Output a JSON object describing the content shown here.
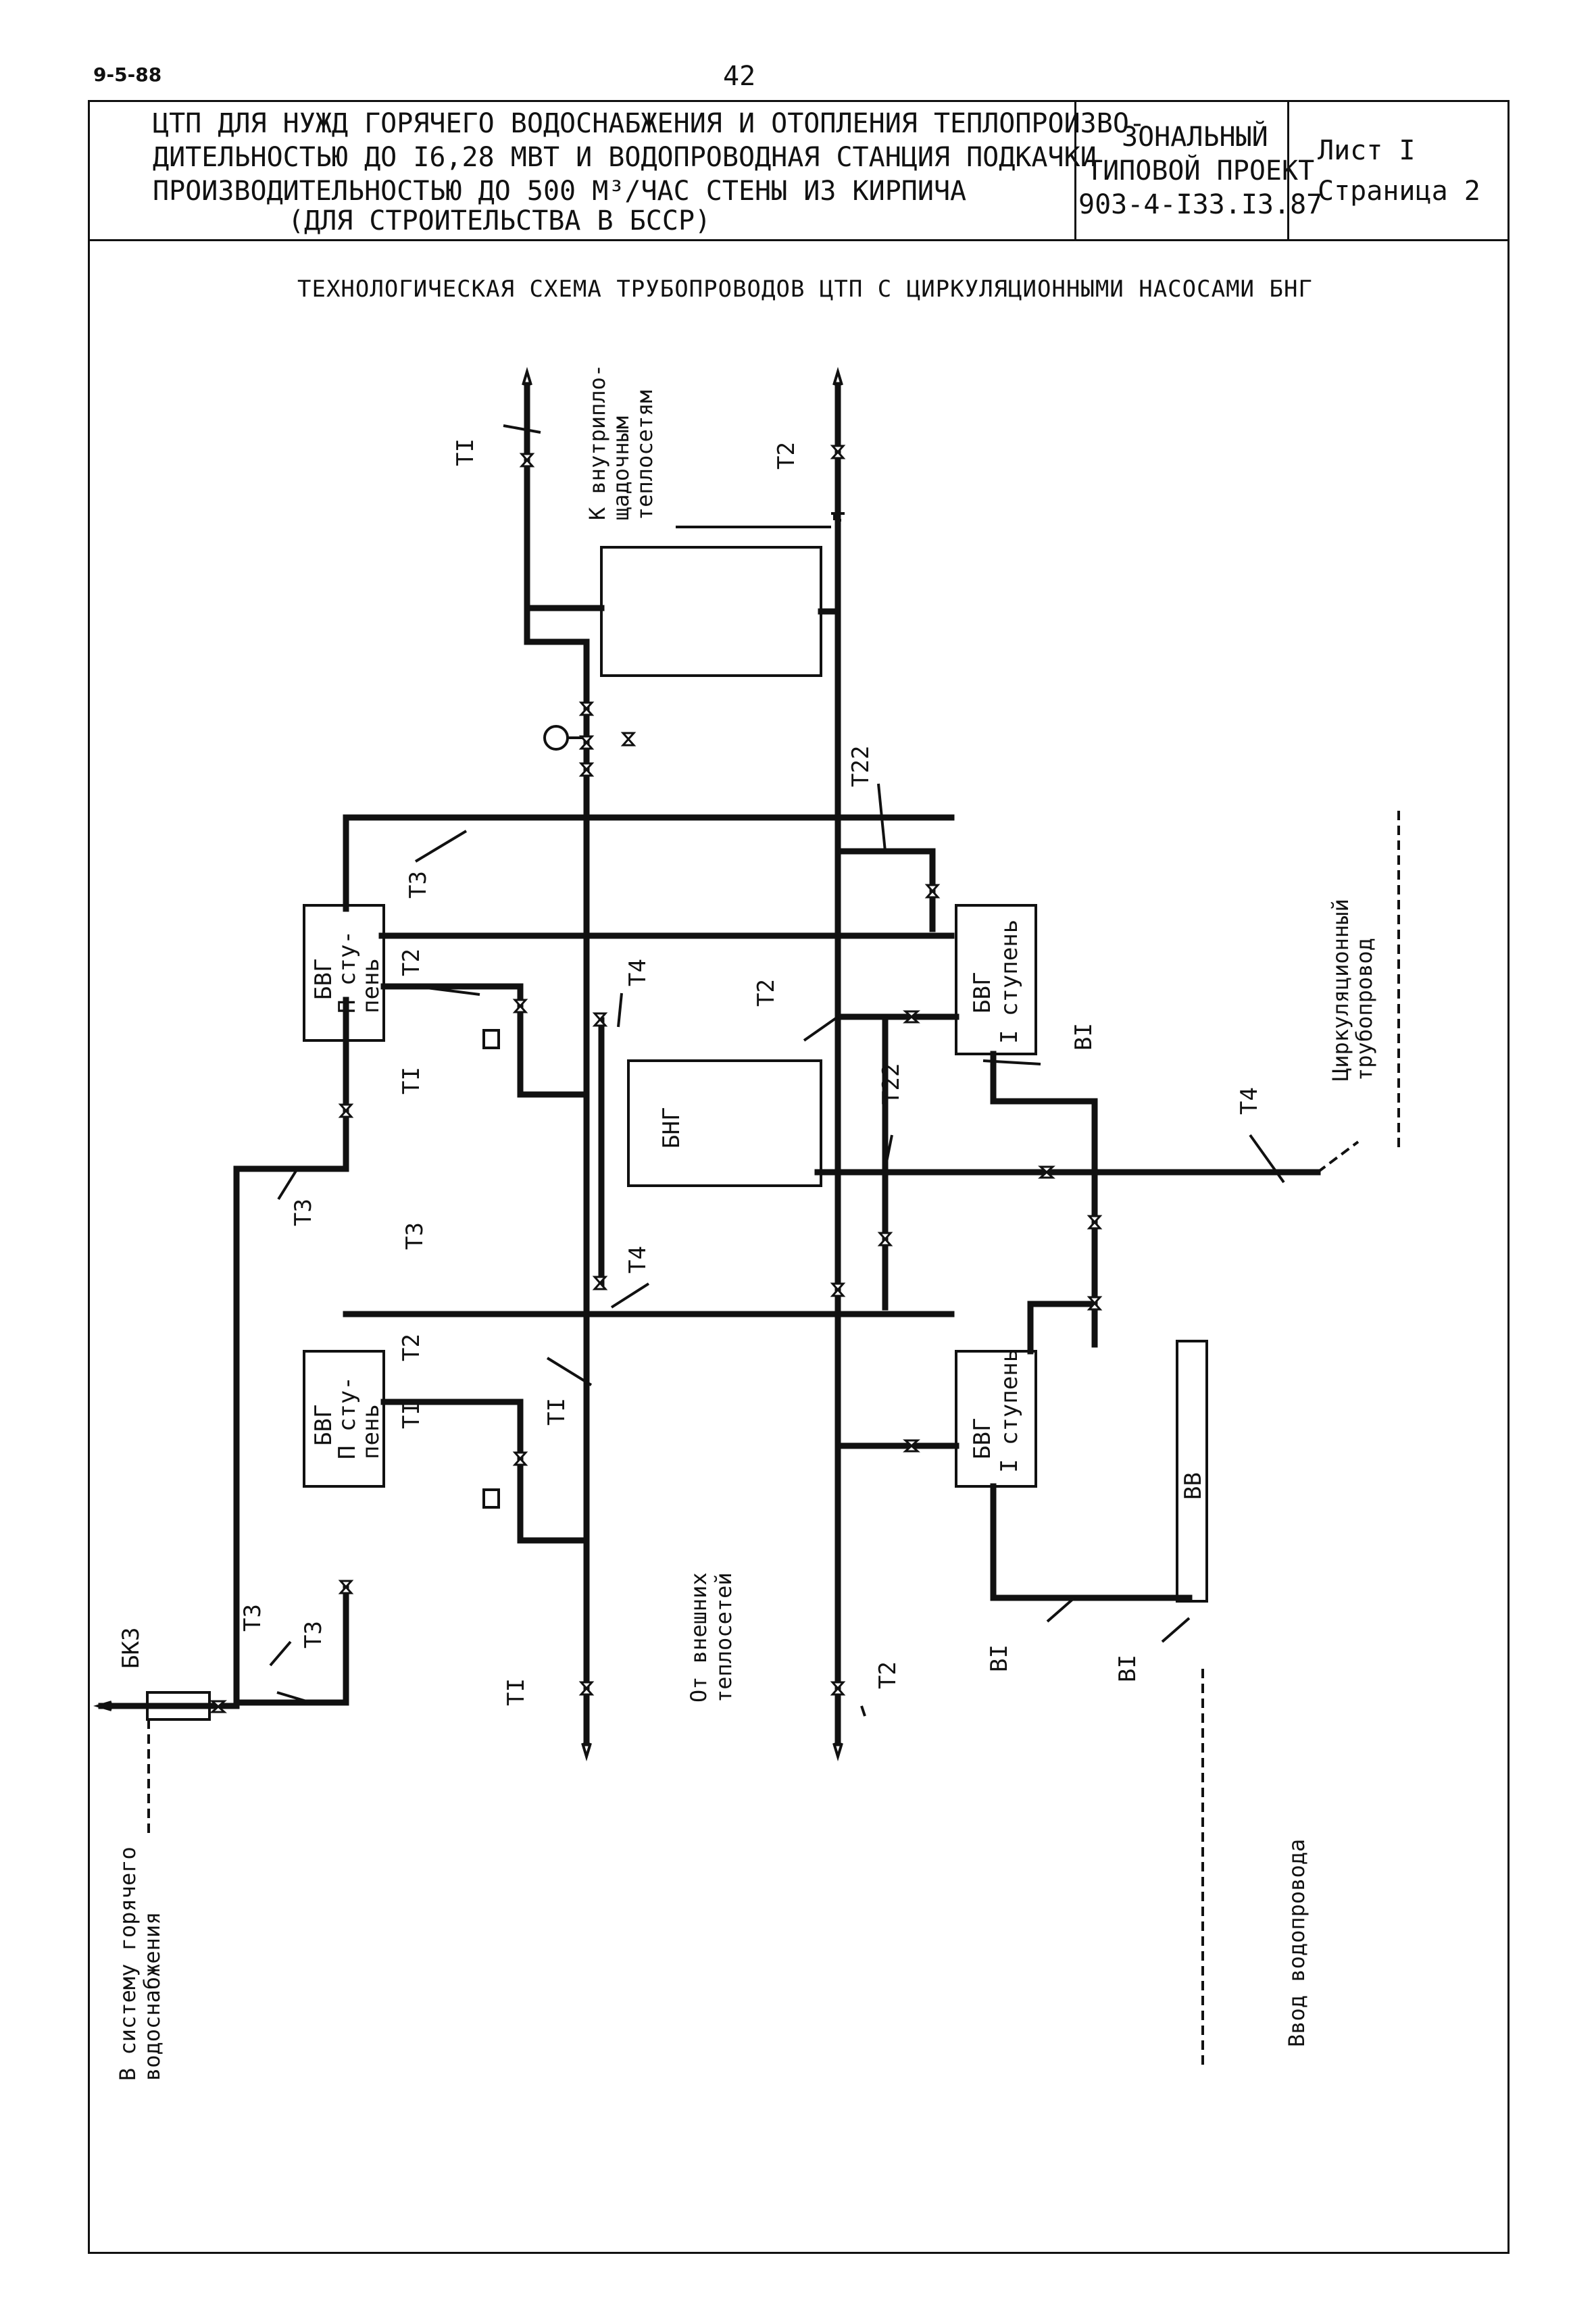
{
  "doc_code": "9-5-88",
  "page_number": "42",
  "header": {
    "lines": [
      "ЦТП ДЛЯ НУЖД ГОРЯЧЕГО ВОДОСНАБЖЕНИЯ И ОТОПЛЕНИЯ ТЕПЛОПРОИЗВО-",
      "ДИТЕЛЬНОСТЬЮ ДО I6,28 МВТ И ВОДОПРОВОДНАЯ СТАНЦИЯ ПОДКАЧКИ",
      "ПРОИЗВОДИТЕЛЬНОСТЬЮ ДО 500 М³/ЧАС      СТЕНЫ ИЗ КИРПИЧА",
      "(ДЛЯ СТРОИТЕЛЬСТВА В БССР)"
    ],
    "project_lines": [
      "ЗОНАЛЬНЫЙ",
      "ТИПОВОЙ ПРОЕКТ",
      "903-4-I33.I3.87"
    ],
    "sheet": "Лист  I",
    "page": "Страница 2"
  },
  "drawing_title": "ТЕХНОЛОГИЧЕСКАЯ СХЕМА ТРУБОПРОВОДОВ ЦТП С ЦИРКУЛЯЦИОННЫМИ НАСОСАМИ БНГ",
  "equipment": {
    "bvg2_upper": [
      "БВГ",
      "П сту-",
      "пень"
    ],
    "bvg2_lower": [
      "БВГ",
      "П сту-",
      "пень"
    ],
    "bvg1_upper": [
      "БВГ",
      "I ступень"
    ],
    "bvg1_lower": [
      "БВГ",
      "I ступень"
    ],
    "bng": "БНГ",
    "bb": "ВВ",
    "bkz": "БКЗ"
  },
  "pipe_labels": {
    "t1": "TI",
    "t2": "T2",
    "t3": "T3",
    "t4": "T4",
    "t22": "T22",
    "b1": "BI"
  },
  "notes": {
    "to_internal": [
      "К внутрипло-",
      "щадочным",
      "теплосетям"
    ],
    "from_external": [
      "От внешних",
      "теплосетей"
    ],
    "to_hot_water": [
      "В систему горячего",
      "водоснабжения"
    ],
    "water_inlet": "Ввод водопровода",
    "circulation": [
      "Циркуляционный",
      "трубопровод"
    ]
  }
}
